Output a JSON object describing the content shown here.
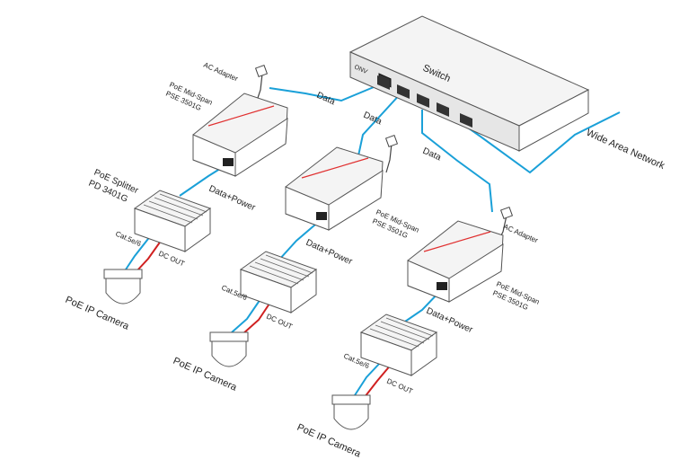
{
  "switch": {
    "label": "Switch",
    "brand": "ONV"
  },
  "labels": {
    "data": "Data",
    "data_power": "Data+Power",
    "ac_adapter": "AC Adapter",
    "midspan_line1": "PoE Mid-Span",
    "midspan_line2": "PSE 3501G",
    "splitter_line1": "PoE Splitter",
    "splitter_line2": "PD 3401G",
    "cat": "Cat.5e/6",
    "dc_out": "DC OUT",
    "camera": "PoE IP Camera",
    "wan": "Wide Area Network"
  },
  "colors": {
    "data_cable": "#1aa0d8",
    "power_cable": "#d02020",
    "accent": "#e03030"
  }
}
